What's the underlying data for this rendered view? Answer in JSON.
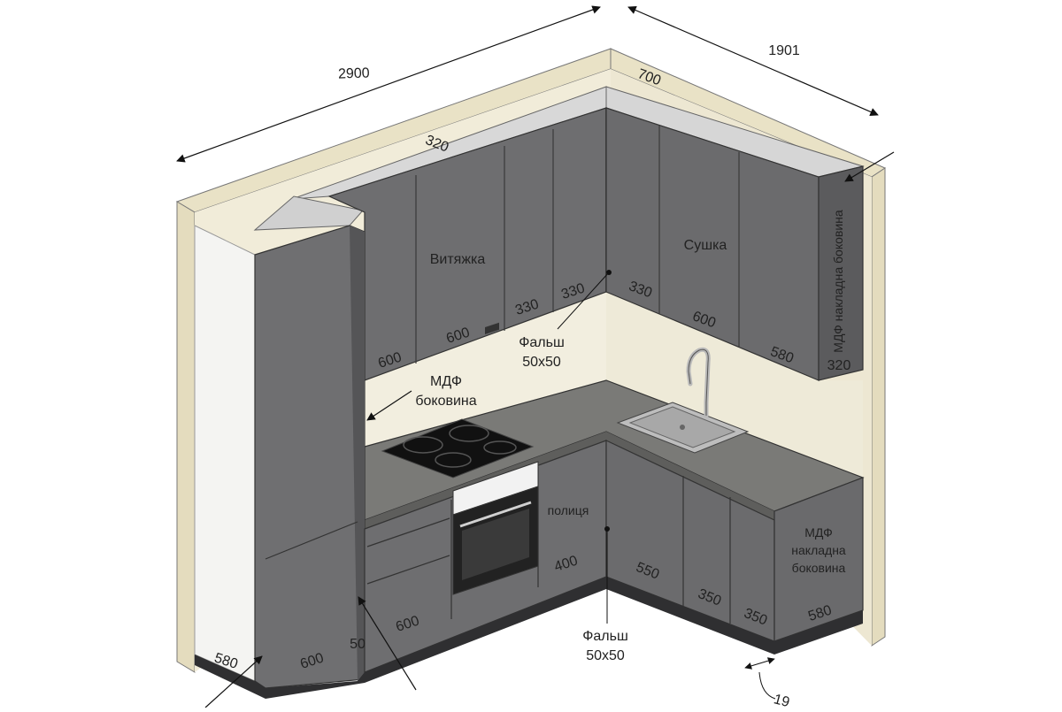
{
  "overall": {
    "width_dim": "2900",
    "depth_dim": "1901"
  },
  "upper": {
    "corner_dim": "700",
    "top_depth_dim": "320",
    "left_dims": [
      "600",
      "600",
      "330",
      "330"
    ],
    "right_dims": [
      "330",
      "600",
      "580",
      "320"
    ],
    "hood_label": "Витяжка",
    "dryer_label": "Сушка",
    "mdf_overlay_side": "МДФ накладна боковина"
  },
  "middle": {
    "mdf_side_line1": "МДФ",
    "mdf_side_line2": "боковина",
    "false_panel_upper_line1": "Фальш",
    "false_panel_upper_line2": "50x50"
  },
  "lower": {
    "tall_dims": [
      "580",
      "600",
      "50"
    ],
    "drawer_dim": "600",
    "shelf_label": "полиця",
    "shelf_dim": "400",
    "right_dims": [
      "550",
      "350",
      "350",
      "580"
    ],
    "mdf_overlay_side_line1": "МДФ",
    "mdf_overlay_side_line2": "накладна",
    "mdf_overlay_side_line3": "боковина",
    "false_panel_lower_line1": "Фальш",
    "false_panel_lower_line2": "50x50",
    "gap_dim": "19"
  },
  "colors": {
    "cabinet": "#6d6d6f",
    "cabinet_dark": "#575759",
    "wall": "#ece6cf",
    "backsplash": "#eee9d8",
    "countertop": "#7b7b78",
    "plinth": "#2f2f31"
  }
}
